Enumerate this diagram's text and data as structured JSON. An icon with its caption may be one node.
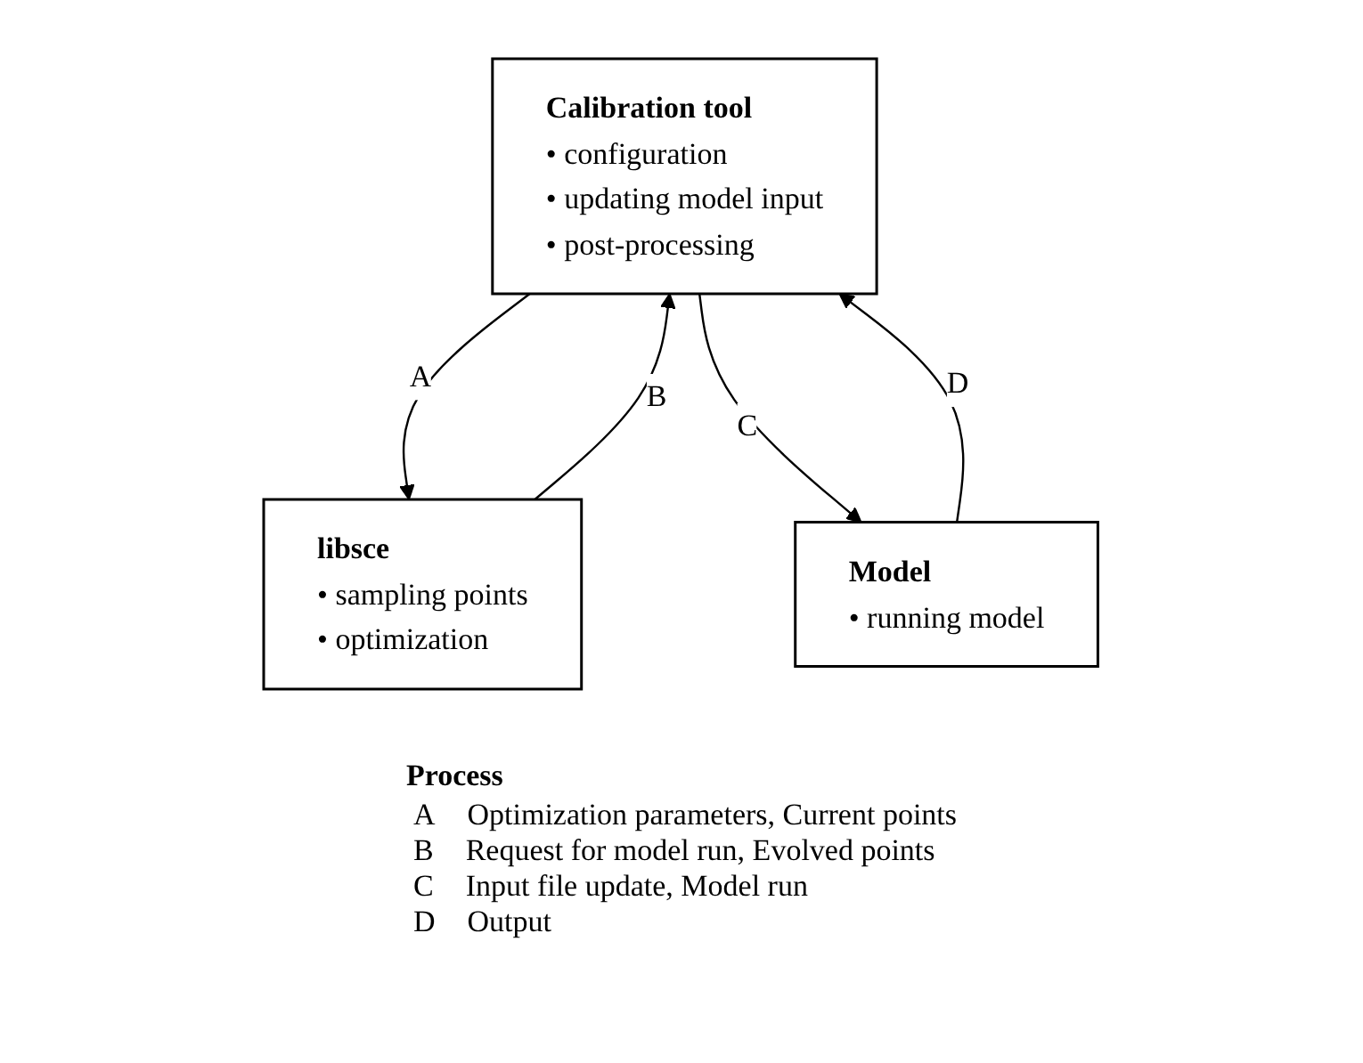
{
  "diagram": {
    "nodes": [
      {
        "text": [
          "Calibration tool",
          "• configuration",
          "• updating model input",
          "• post-processing"
        ]
      },
      {
        "text": [
          "libsce",
          "• sampling points",
          "• optimization"
        ]
      },
      {
        "text": [
          "Model",
          "• running model"
        ]
      }
    ],
    "edges": [
      {
        "from": 0,
        "to": 1,
        "arrow": "to",
        "label": "A"
      },
      {
        "from": 1,
        "to": 0,
        "arrow": "to",
        "label": "B"
      },
      {
        "from": 0,
        "to": 2,
        "arrow": "to",
        "label": "C"
      },
      {
        "from": 2,
        "to": 0,
        "arrow": "to",
        "label": "D"
      }
    ],
    "labels": [
      "Process",
      "A",
      "Optimization parameters, Current points",
      "B",
      "Request for model run, Evolved points",
      "C",
      "Input file update, Model run",
      "D",
      "Output"
    ]
  }
}
